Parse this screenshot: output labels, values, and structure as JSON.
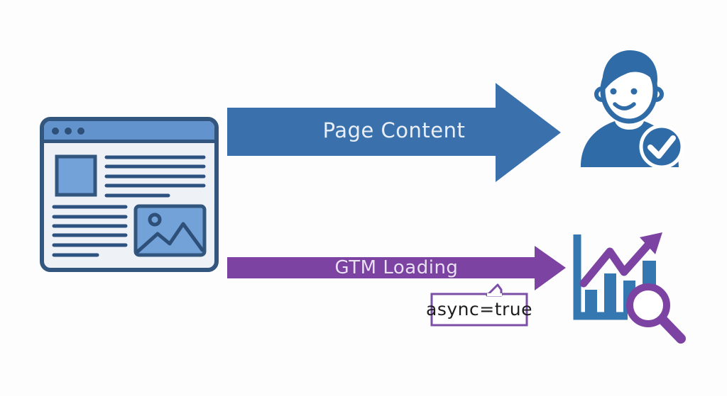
{
  "scene": {
    "background_color": "#fdfdfd",
    "description": "GTM async loading diagram"
  },
  "flows": {
    "page_content": {
      "label": "Page Content",
      "arrow_color": "#3a71ad",
      "text_color": "#e9eff7"
    },
    "gtm_loading": {
      "label": "GTM Loading",
      "arrow_color": "#7c43a3",
      "text_color": "#eadff3"
    }
  },
  "callout": {
    "text": "async=true",
    "border_color": "#7b4fa6",
    "background_color": "#ffffff",
    "text_color": "#1d1d1d"
  },
  "icons": {
    "webpage": {
      "name": "webpage-icon",
      "outline_color": "#33567e",
      "topbar_color": "#6293cd",
      "content_bg_color": "#eef2f7",
      "block_fill_color": "#72a2d8"
    },
    "user_check": {
      "name": "user-check-icon",
      "color": "#2f6ba6",
      "badge": "checkmark"
    },
    "analytics_chart": {
      "name": "analytics-growth-chart-icon",
      "bar_color": "#3578b1",
      "trend_color": "#7c43a3"
    },
    "magnifier": {
      "name": "magnifier-icon",
      "color": "#7c43a3"
    }
  }
}
